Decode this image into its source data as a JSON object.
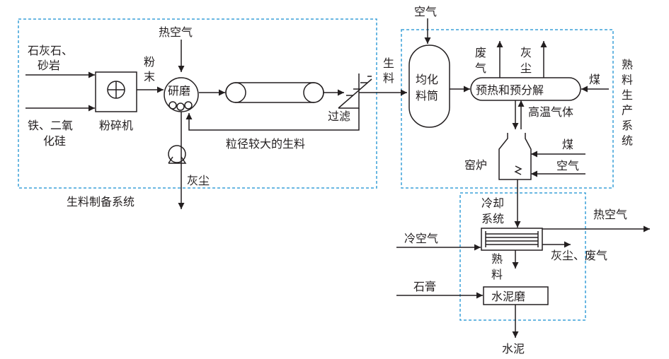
{
  "sections": {
    "raw_prep": "生料制备系统",
    "clinker_line1": "熟料",
    "clinker_line2": "生产系统"
  },
  "inputs": {
    "limestone_1": "石灰石、",
    "limestone_2": "砂岩",
    "iron_1": "铁、二氧",
    "iron_2": "化硅",
    "hot_air": "热空气",
    "air_top": "空气",
    "coal_right": "煤",
    "coal_kiln": "煤",
    "air_kiln": "空气",
    "cold_air": "冷空气",
    "gypsum": "石膏"
  },
  "equipment": {
    "crusher": "粉碎机",
    "grinder": "研磨",
    "filter": "过滤",
    "homogenizer_1": "均化",
    "homogenizer_2": "料筒",
    "preheater": "预热和预分解",
    "kiln": "窑炉",
    "cooler_1": "冷却",
    "cooler_2": "系统",
    "cement_mill": "水泥磨"
  },
  "streams": {
    "powder_1": "粉",
    "powder_2": "末",
    "raw_meal_1": "生",
    "raw_meal_2": "料",
    "coarse_return": "粒径较大的生料",
    "dust_grind": "灰尘",
    "waste_gas_1": "废",
    "waste_gas_2": "气",
    "dust_pre_1": "灰",
    "dust_pre_2": "尘",
    "hot_gas": "高温气体",
    "hot_air_out": "热空气",
    "dust_waste": "灰尘、废气",
    "clinker_1": "熟",
    "clinker_2": "料",
    "cement": "水泥"
  },
  "colors": {
    "line": "#231f20",
    "boundary": "#3aa0d8"
  }
}
